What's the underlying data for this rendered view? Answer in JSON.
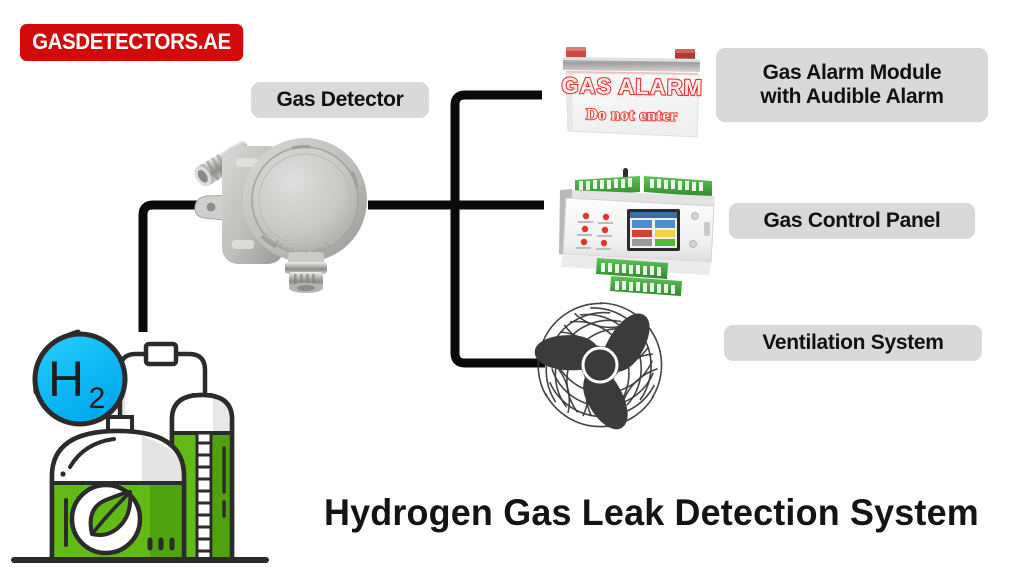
{
  "brand": {
    "logo_text": "GASDETECTORS.AE",
    "logo_bg": "#d20a0a",
    "logo_fg": "#ffffff"
  },
  "title": "Hydrogen Gas Leak Detection System",
  "labels": {
    "detector": "Gas Detector",
    "alarm_line1": "Gas Alarm Module",
    "alarm_line2": "with Audible Alarm",
    "panel": "Gas Control Panel",
    "ventilation": "Ventilation System",
    "pill_bg": "#d9d9d9",
    "pill_fg": "#111111"
  },
  "sign": {
    "line1": "GAS ALARM",
    "line2": "Do not enter",
    "text_color": "#ee2a24",
    "plate_color": "#f6f5f5",
    "bracket_color": "#a7a5a5"
  },
  "source": {
    "badge_text": "H",
    "badge_sub": "2",
    "badge_color": "#00c2f7",
    "tank_green": "#62bb15",
    "tank_green_dark": "#4d9c0e",
    "outline": "#2b2b2b",
    "white": "#ffffff"
  },
  "connectors": {
    "color": "#0a0a0a",
    "stroke_width": 9
  },
  "devices": {
    "detector_body": "#c9c9c7",
    "detector_shadow": "#9b9b99",
    "panel_body": "#f4f4f4",
    "panel_terminal_green": "#3faa3c",
    "panel_led_red": "#e0352b",
    "fan_color": "#3b3b3b"
  }
}
